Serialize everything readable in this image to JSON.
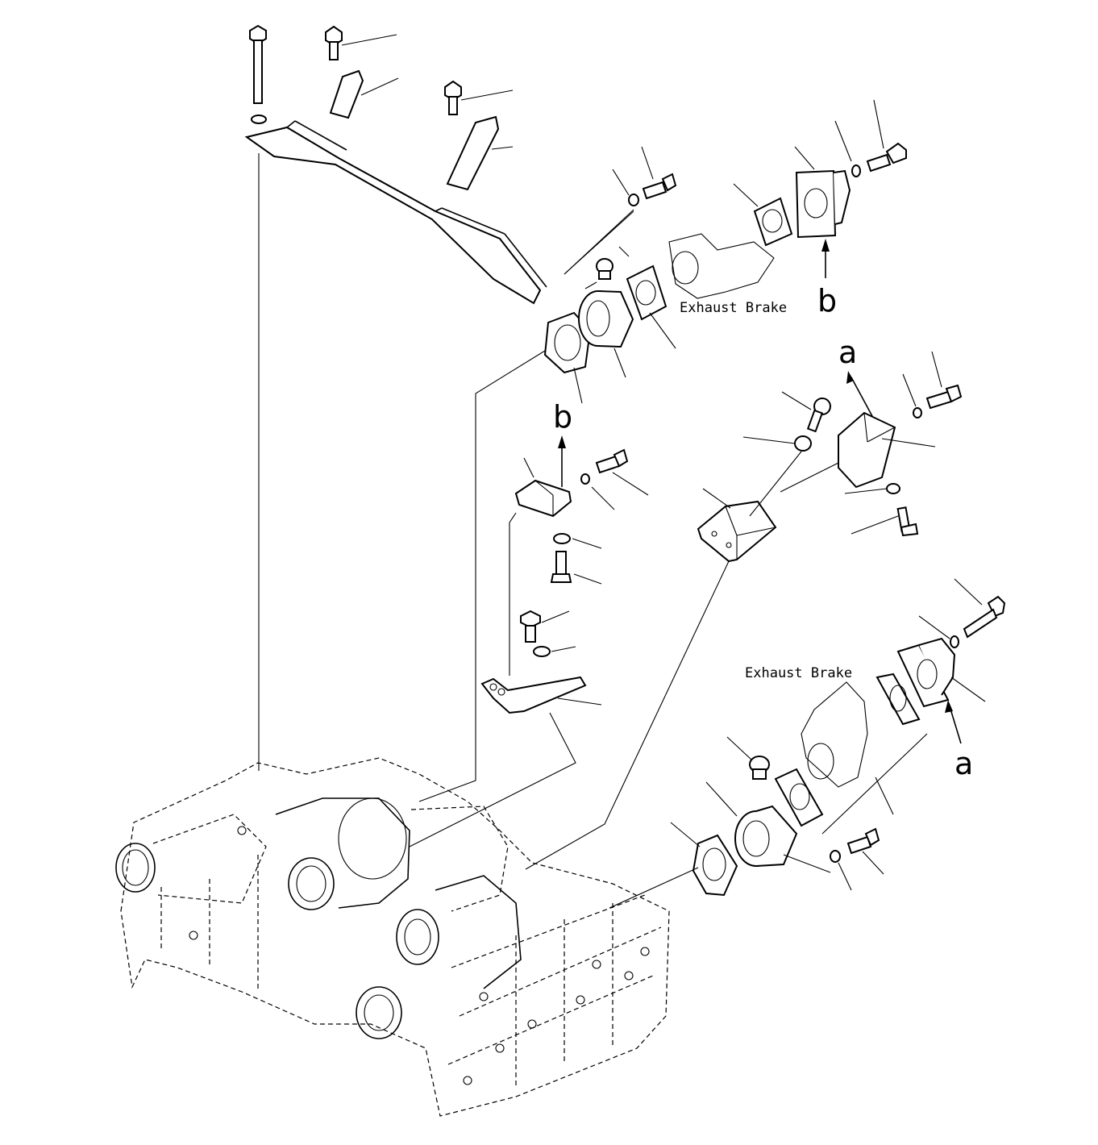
{
  "labels": {
    "exhaust_brake_upper": "Exhaust Brake",
    "exhaust_brake_lower": "Exhaust Brake",
    "ref_b_upper": "b",
    "ref_a_upper": "a",
    "ref_b_lower": "b",
    "ref_a_lower": "a"
  }
}
